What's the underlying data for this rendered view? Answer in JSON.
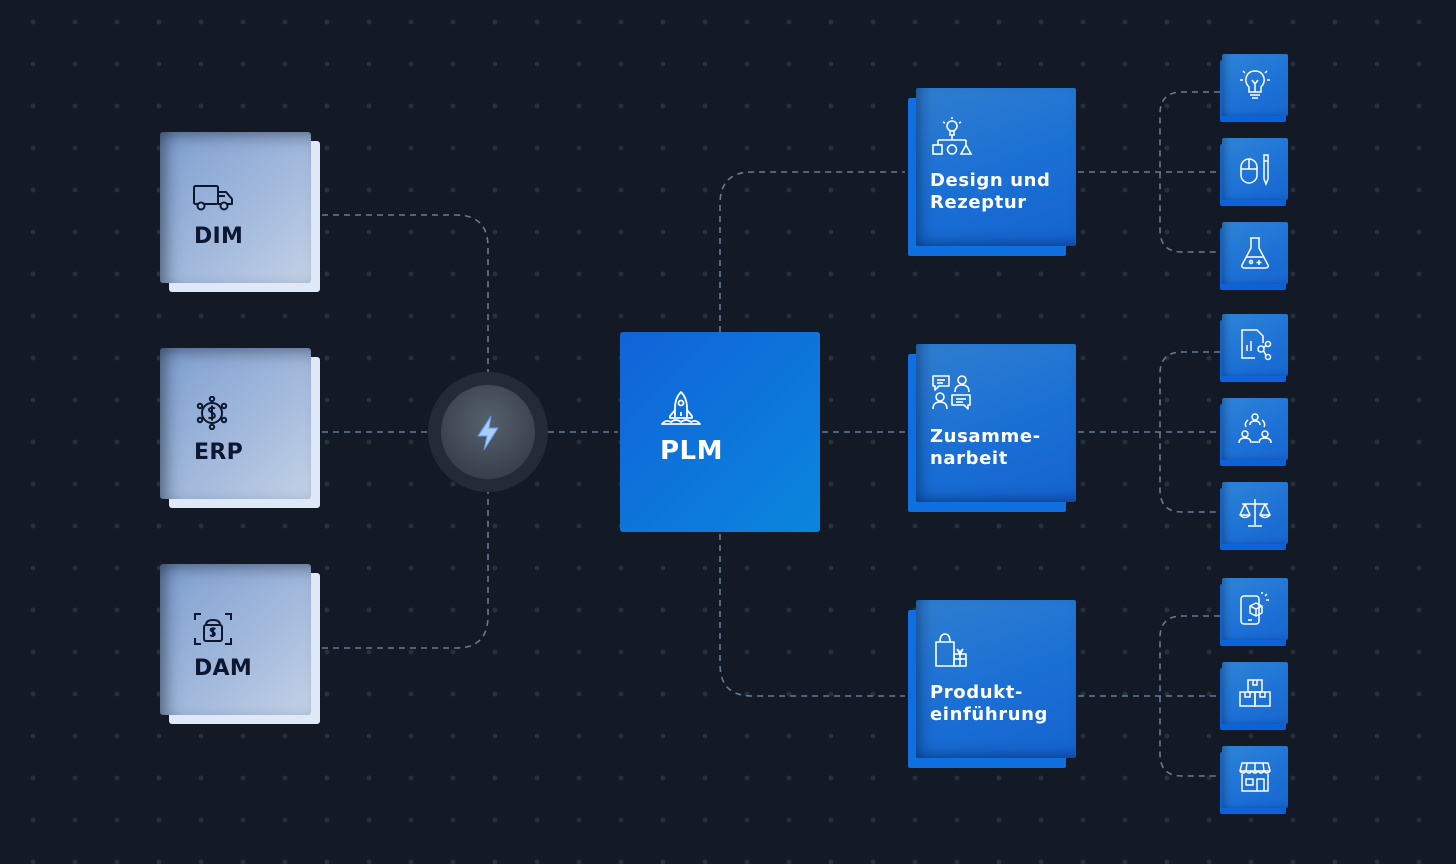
{
  "colors": {
    "background": "#131a25",
    "connector": "#6a7a92",
    "accent_blue": "#1163d8",
    "source_card": "#a2b9dc",
    "source_text": "#0d1730"
  },
  "sources": [
    {
      "label": "DIM",
      "icon": "delivery-truck-icon"
    },
    {
      "label": "ERP",
      "icon": "dollar-network-icon"
    },
    {
      "label": "DAM",
      "icon": "money-bag-scan-icon"
    }
  ],
  "hub": {
    "icon": "lightning-bolt-icon"
  },
  "plm": {
    "label": "PLM",
    "icon": "rocket-launch-icon"
  },
  "features": [
    {
      "label_line1": "Design und",
      "label_line2": "Rezeptur",
      "icon": "idea-shapes-icon",
      "tiles": [
        "lightbulb-icon",
        "mouse-pen-icon",
        "lab-flask-icon"
      ]
    },
    {
      "label_line1": "Zusamme-",
      "label_line2": "narbeit",
      "icon": "team-chat-icon",
      "tiles": [
        "document-share-icon",
        "team-cycle-icon",
        "balance-scale-icon"
      ]
    },
    {
      "label_line1": "Produkt-",
      "label_line2": "einführung",
      "icon": "shopping-bag-gift-icon",
      "tiles": [
        "mobile-package-icon",
        "stacked-boxes-icon",
        "storefront-icon"
      ]
    }
  ]
}
